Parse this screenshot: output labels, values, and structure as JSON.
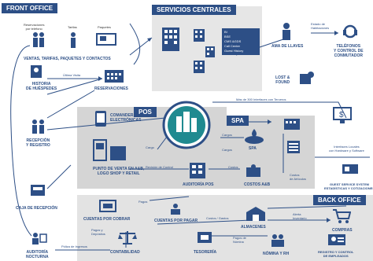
{
  "sections": {
    "front_office": "FRONT OFFICE",
    "servicios_centrales": "SERVICIOS CENTRALES",
    "pos": "POS",
    "spa": "SPA",
    "back_office": "BACK OFFICE"
  },
  "front_office": {
    "top_labels": [
      "Reservaciones\npor teléfono",
      "Tarifas",
      "Paquetes"
    ],
    "ventas": "VENTAS, TARIFAS, PAQUETES Y CONTACTOS",
    "historia": "HISTORIA\nDE HUÉSPEDES",
    "ultima_visita": "Última Visita",
    "reservaciones": "RESERVACIONES",
    "recepcion": "RECEPCIÓN\nY REGISTRO",
    "caja": "CAJA DE RECEPCIÓN",
    "auditoria_nocturna": "AUDITORÍA\nNOCTURNA"
  },
  "servicios": {
    "list": [
      "BI",
      "BSE",
      "CMS &GDS",
      "Call Center",
      "Guest History"
    ]
  },
  "ama": {
    "ama_de_llaves": "AMA DE LLAVES",
    "estado": "Estado de\nHabitaciones",
    "telefonos": "TELÉFONOS\nY CONTROL DE\nCONMUTADOR",
    "lost_found": "LOST &\nFOUND",
    "mas_300": "Más de 300 Interfaces con Terceros",
    "interfaces": "Interfaces Locales\ncon Hardware y Software",
    "guest_service": "GUEST SERVICE SYSTEM\nESTADÍSTICAS Y COTIZACIONES"
  },
  "pos": {
    "comandera": "COMANDERAS\nELECTRÓNICAS",
    "punto_venta": "PUNTO DE VENTA EN A&B,\nLOGO SHOP Y RETAIL",
    "revision": "Revisión de Control",
    "auditoria_pos": "AUDITORÍA POS",
    "costos_ab": "COSTOS A&B",
    "cargos": "Cargos",
    "costos": "Costos",
    "costos_articulos": "Costos\nde Artículos",
    "cargo_label": "Cargo"
  },
  "spa": {
    "label": "SPA",
    "cargos": "Cargos"
  },
  "back_office": {
    "cuentas_cobrar": "CUENTAS POR COBRAR",
    "cuentas_pagar": "CUENTAS POR PAGAR",
    "almacenes": "ALMACENES",
    "compras": "COMPRAS",
    "contabilidad": "CONTABILIDAD",
    "tesoreria": "TESORERÍA",
    "nomina": "NÓMINA Y RH",
    "registro": "REGISTRO Y CONTROL\nDE EMPLEADOS",
    "pagos_depositos": "Pagos y\nDepósitos",
    "poliza_ingresos": "Póliza de Ingresos",
    "pagos": "Pagos",
    "costos_gastos": "Costos / Gastos",
    "alerta_inventario": "Alerta\nInventario",
    "pagos_nomina": "Pagos de\nNómina"
  },
  "colors": {
    "navy": "#2d4f86",
    "panel_gray": "#e8e8e8",
    "dark_gray": "#c7c7c7",
    "teal": "#1f8a90",
    "icon": "#2d4f86"
  }
}
